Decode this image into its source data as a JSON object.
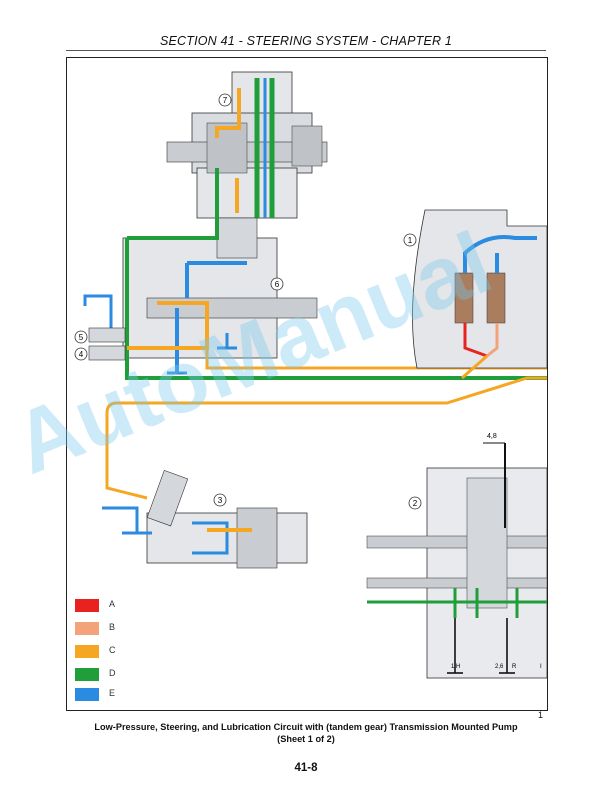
{
  "header": {
    "title": "SECTION 41 - STEERING SYSTEM - CHAPTER 1"
  },
  "figure": {
    "number": "1",
    "caption_line1": "Low-Pressure, Steering, and Lubrication Circuit with (tandem gear) Transmission Mounted Pump",
    "caption_line2": "(Sheet 1 of 2)",
    "callouts": [
      "1",
      "2",
      "3",
      "4",
      "5",
      "6",
      "7"
    ],
    "annotations": {
      "top": "4,8",
      "bottom_left": "1,H",
      "bottom_mid": "2,6",
      "bottom_r": "R",
      "bottom_right": "I"
    }
  },
  "legend": [
    {
      "label": "A",
      "color": "#e8231f"
    },
    {
      "label": "B",
      "color": "#f2a37a"
    },
    {
      "label": "C",
      "color": "#f5a623"
    },
    {
      "label": "D",
      "color": "#1f9e3a"
    },
    {
      "label": "E",
      "color": "#2a8be0"
    }
  ],
  "watermark": "AutoManual",
  "page_number": "41-8"
}
